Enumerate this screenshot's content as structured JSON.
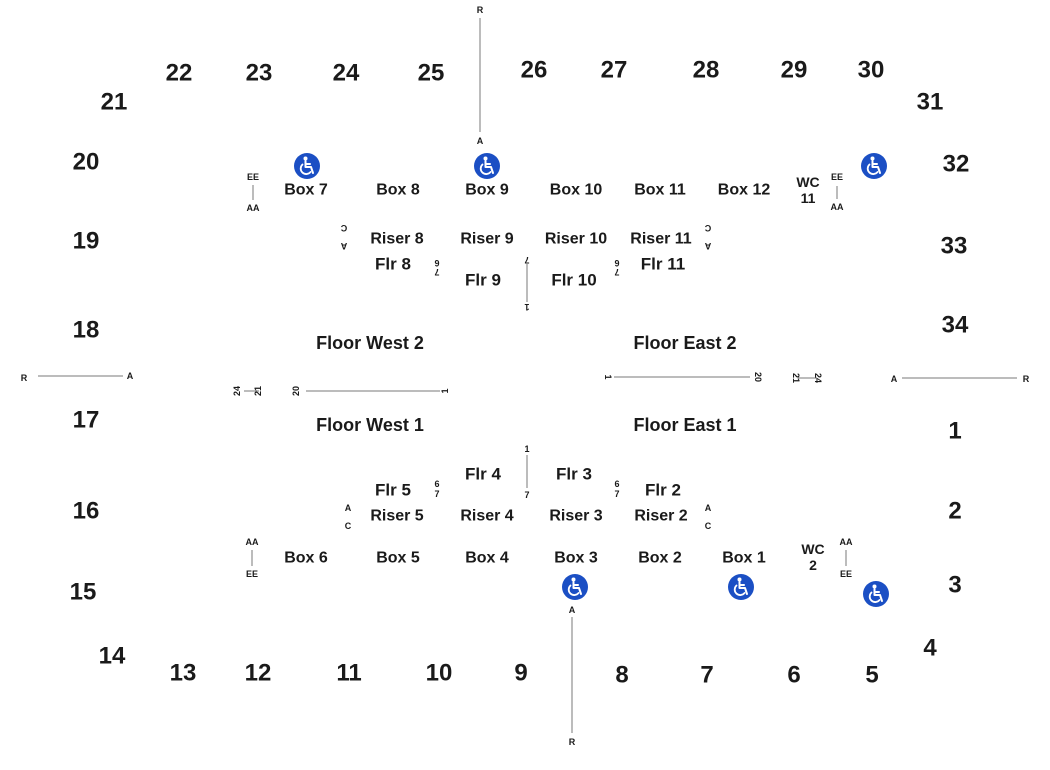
{
  "colors": {
    "text": "#1a1a1a",
    "line": "#7a7a7a",
    "accessible": "#1b4fc4"
  },
  "icon": "wheelchair-accessible-icon",
  "sections": [
    "1",
    "2",
    "3",
    "4",
    "5",
    "6",
    "7",
    "8",
    "9",
    "10",
    "11",
    "12",
    "13",
    "14",
    "15",
    "16",
    "17",
    "18",
    "19",
    "20",
    "21",
    "22",
    "23",
    "24",
    "25",
    "26",
    "27",
    "28",
    "29",
    "30",
    "31",
    "32",
    "33",
    "34"
  ],
  "boxes": [
    "Box 1",
    "Box 2",
    "Box 3",
    "Box 4",
    "Box 5",
    "Box 6",
    "Box 7",
    "Box 8",
    "Box 9",
    "Box 10",
    "Box 11",
    "Box 12"
  ],
  "risers": [
    "Riser 2",
    "Riser 3",
    "Riser 4",
    "Riser 5",
    "Riser 8",
    "Riser 9",
    "Riser 10",
    "Riser 11"
  ],
  "floors": [
    "Flr 2",
    "Flr 3",
    "Flr 4",
    "Flr 5",
    "Flr 8",
    "Flr 9",
    "Flr 10",
    "Flr 11"
  ],
  "floor_zones": [
    "Floor West 2",
    "Floor East 2",
    "Floor West 1",
    "Floor East 1"
  ],
  "wheelchair_sections": [
    "WC 11",
    "WC 2"
  ],
  "row_labels": {
    "a": "A",
    "r": "R",
    "c": "C",
    "aa": "AA",
    "ee": "EE"
  },
  "seat_numbers": {
    "n1": "1",
    "n6": "6",
    "n7": "7",
    "n20": "20",
    "n21": "21",
    "n24": "24"
  }
}
